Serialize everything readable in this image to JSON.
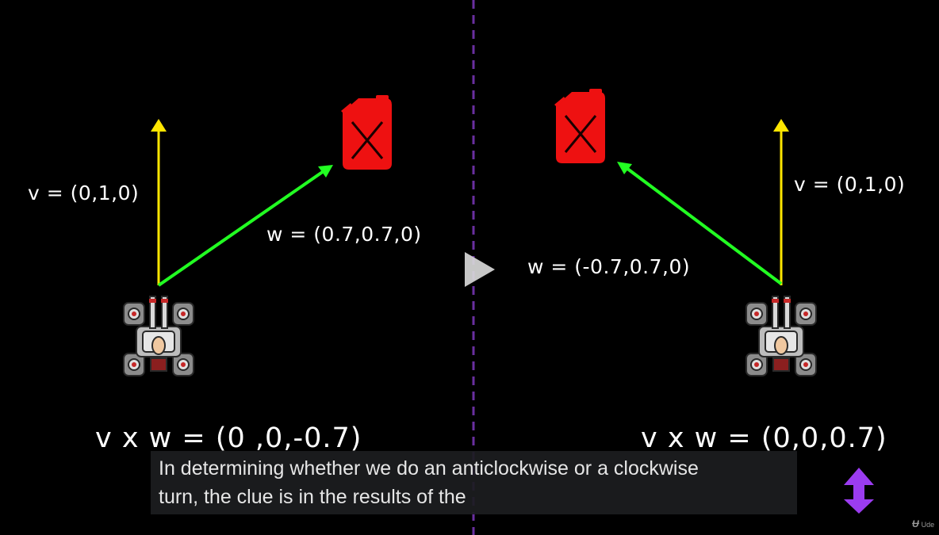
{
  "left_panel": {
    "v_label": "v = (0,1,0)",
    "w_label": "w = (0.7,0.7,0)",
    "result": "v x w = (0 ,0,-0.7)"
  },
  "right_panel": {
    "v_label": "v = (0,1,0)",
    "w_label": "w = (-0.7,0.7,0)",
    "result": "v x w = (0,0,0.7)"
  },
  "caption": {
    "line1": "In determining whether we do an anticlockwise or a clockwise",
    "line2": "turn, the clue is in the results of the"
  },
  "watermark": {
    "text": "Ude"
  },
  "colors": {
    "v_vector": "#ffe600",
    "w_vector": "#22ff22",
    "divider": "#6a2fa0",
    "fuel_can": "#ee1111",
    "up_arrow": "#9b3cf0"
  },
  "icons": {
    "fuel_can": "fuel-can-icon",
    "tank": "tank-icon",
    "play": "play-icon",
    "up_arrow": "double-up-arrow-icon"
  }
}
